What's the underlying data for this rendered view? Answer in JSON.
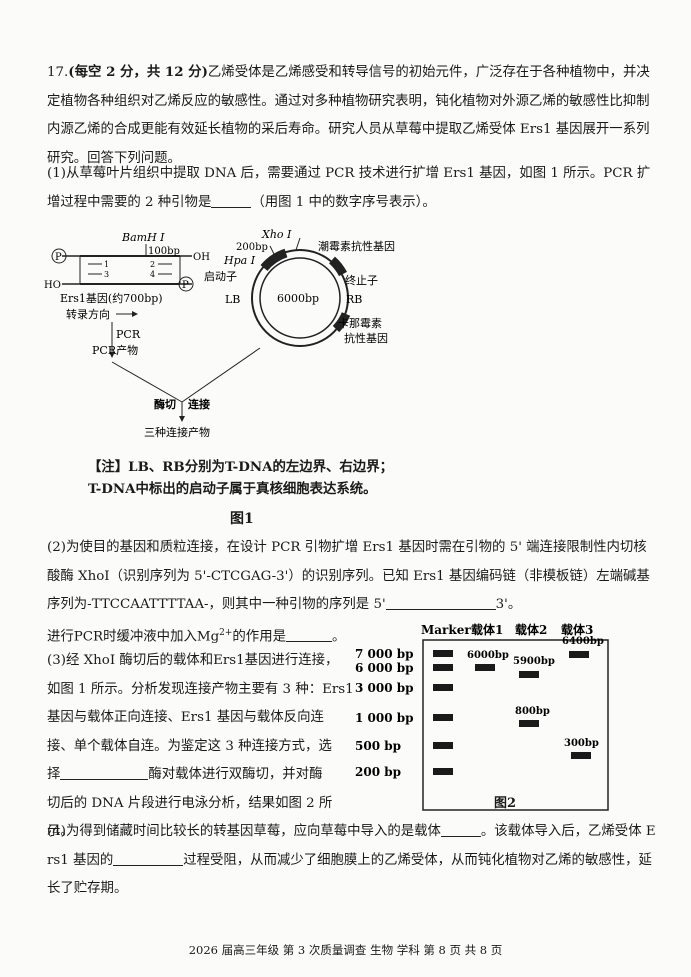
{
  "q17": {
    "num": "17.",
    "score": "(每空 2 分，共 12 分)",
    "intro": "乙烯受体是乙烯感受和转导信号的初始元件，广泛存在于各种植物中，并决定植物各种组织对乙烯反应的敏感性。通过对多种植物研究表明，钝化植物对外源乙烯的敏感性比抑制内源乙烯的合成更能有效延长植物的采后寿命。研究人员从草莓中提取乙烯受体 Ers1 基因展开一系列研究。回答下列问题。",
    "p1a": "(1)从草莓叶片组织中提取 DNA 后，需要通过 PCR 技术进行扩增 Ers1 基因，如图 1 所示。PCR 扩增过程中需要的 2 种引物是",
    "p1b": "（用图 1 中的数字序号表示）。",
    "p2a": "(2)为使目的基因和质粒连接，在设计 PCR 引物扩增 Ers1 基因时需在引物的 5' 端连接限制性内切核酸酶 XhoI（识别序列为 5'-CTCGAG-3'）的识别序列。已知 Ers1 基因编码链（非模板链）左端碱基序列为-TTCCAATTTTAA-，则其中一种引物的序列是 5'",
    "p2b": "3'。",
    "p2c": "进行PCR时缓冲液中加入Mg",
    "p2c_sup": "2+",
    "p2d": "的作用是",
    "p2e": "。",
    "p3_lines": [
      "(3)经 XhoI 酶切后的载体和Ers1基因进行连接，",
      "如图 1 所示。分析发现连接产物主要有 3 种：Ers1",
      "基因与载体正向连接、Ers1 基因与载体反向连",
      "接、单个载体自连。为鉴定这 3 种连接方式，选"
    ],
    "p3_last_a": "择",
    "p3_last_b": "酶对载体进行双酶切，并对酶",
    "p3_end": "切后的 DNA 片段进行电泳分析，结果如图 2 所示。",
    "p4a": "(4)为得到储藏时间比较长的转基因草莓，应向草莓中导入的是载体",
    "p4b": "。该载体导入后，乙烯受体 Ers1 基因的",
    "p4c": "过程受阻，从而减少了细胞膜上的乙烯受体，从而钝化植物对乙烯的敏感性，延长了贮存期。"
  },
  "figure1": {
    "bamhi": "BamH I",
    "bp100": "100bp",
    "oh": "OH",
    "ho": "HO",
    "p": "P",
    "num1": "1",
    "num2": "2",
    "num3": "3",
    "num4": "4",
    "ers1": "Ers1基因(约700bp)",
    "direction": "转录方向",
    "pcr": "PCR",
    "pcr_product": "PCR产物",
    "xhoi": "Xho I",
    "bp200": "200bp",
    "hpai": "Hpa I",
    "promoter": "启动子",
    "lb": "LB",
    "bp6000": "6000bp",
    "rb": "RB",
    "hygro": "潮霉素抗性基因",
    "terminator": "终止子",
    "kana1": "卡那霉素",
    "kana2": "抗性基因",
    "digest": "酶切",
    "ligate": "连接",
    "three_products": "三种连接产物",
    "note_line1": "【注】LB、RB分别为T-DNA的左边界、右边界；",
    "note_line2": "T-DNA中标出的启动子属于真核细胞表达系统。",
    "caption": "图1"
  },
  "figure2": {
    "lanes": [
      "Marker",
      "载体1",
      "载体2",
      "载体3"
    ],
    "marker_labels": [
      "7 000 bp",
      "6 000 bp",
      "3 000 bp",
      "1 000 bp",
      "500 bp",
      "200 bp"
    ],
    "band_labels": [
      "6000bp",
      "5900bp",
      "800bp",
      "6400bp",
      "300bp"
    ],
    "caption": "图2"
  },
  "footer": "2026 届高三年级  第 3 次质量调查  生物 学科 第 8 页 共 8 页"
}
